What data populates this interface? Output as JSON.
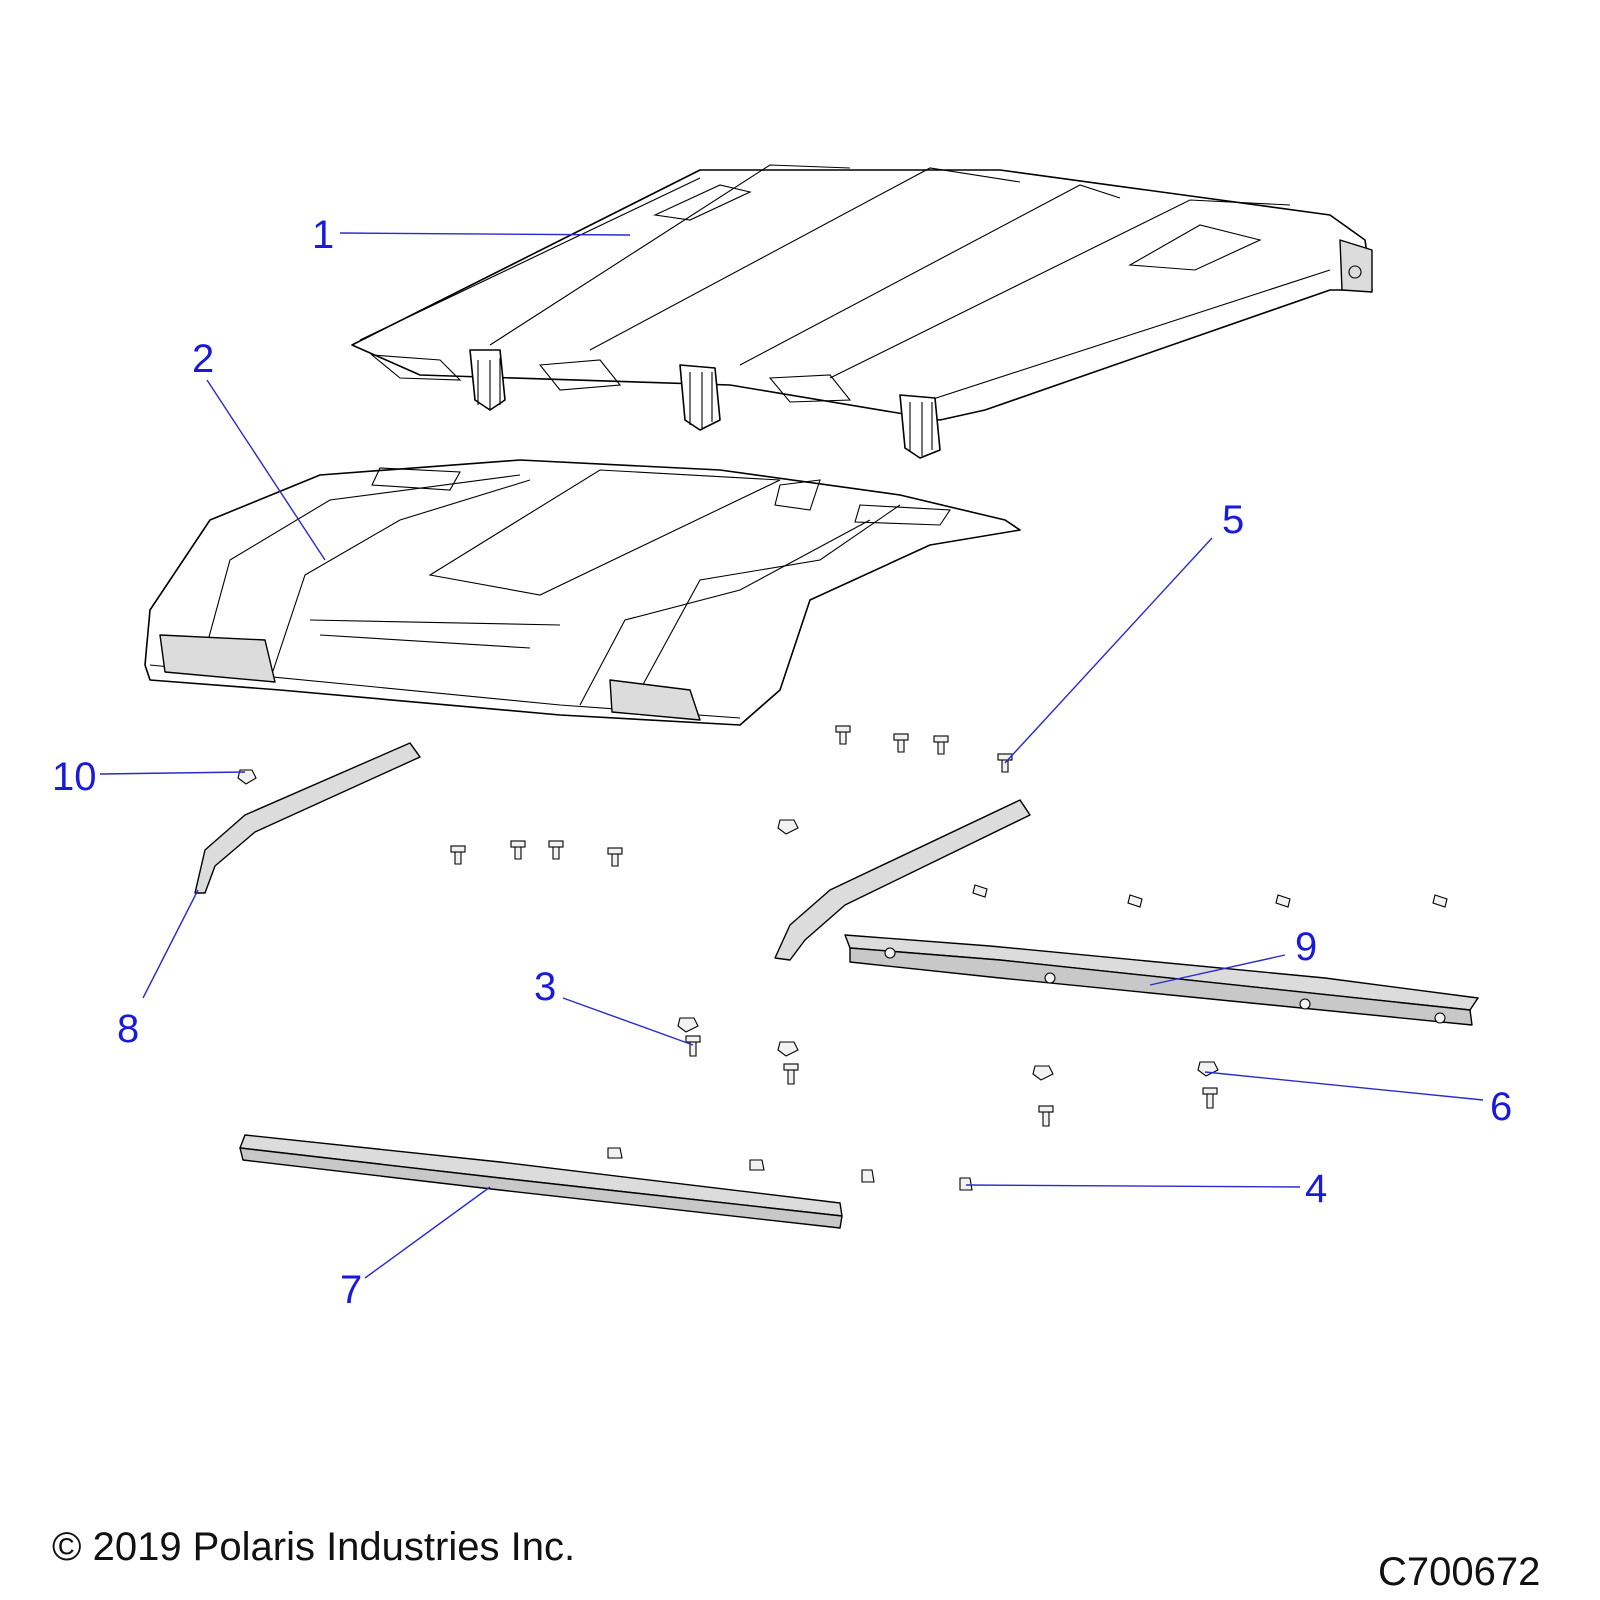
{
  "callouts": [
    {
      "id": "1",
      "label": "1"
    },
    {
      "id": "2",
      "label": "2"
    },
    {
      "id": "3",
      "label": "3"
    },
    {
      "id": "4",
      "label": "4"
    },
    {
      "id": "5",
      "label": "5"
    },
    {
      "id": "6",
      "label": "6"
    },
    {
      "id": "7",
      "label": "7"
    },
    {
      "id": "8",
      "label": "8"
    },
    {
      "id": "9",
      "label": "9"
    },
    {
      "id": "10",
      "label": "10"
    }
  ],
  "footer": {
    "copyright": "© 2019 Polaris Industries Inc.",
    "diagram_code": "C700672"
  },
  "colors": {
    "callout": "#1a1adc",
    "line": "#000000",
    "background": "#ffffff"
  }
}
